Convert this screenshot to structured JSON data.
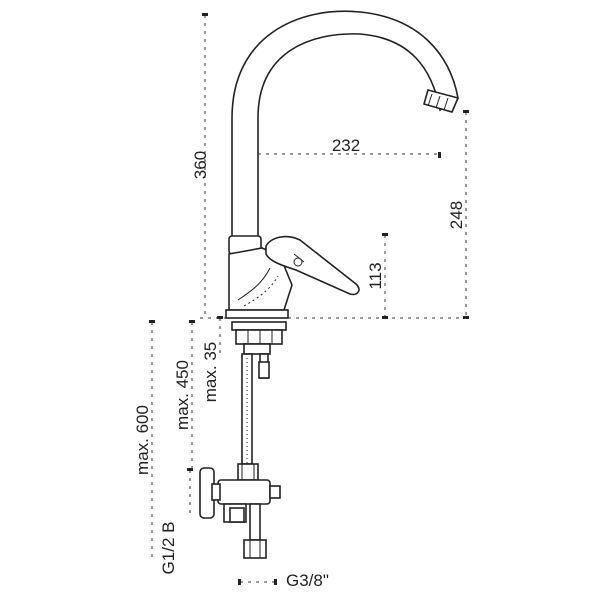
{
  "dimensions": {
    "height_total": "360",
    "reach": "232",
    "spout_height": "248",
    "lever_height": "113",
    "deck_thickness": "max. 35",
    "hose_below_deck": "max. 450",
    "hose_total": "max. 600",
    "inlet_thread": "G1/2 B",
    "outlet_thread": "G3/8\""
  },
  "colors": {
    "line": "#222222",
    "background": "#ffffff"
  }
}
